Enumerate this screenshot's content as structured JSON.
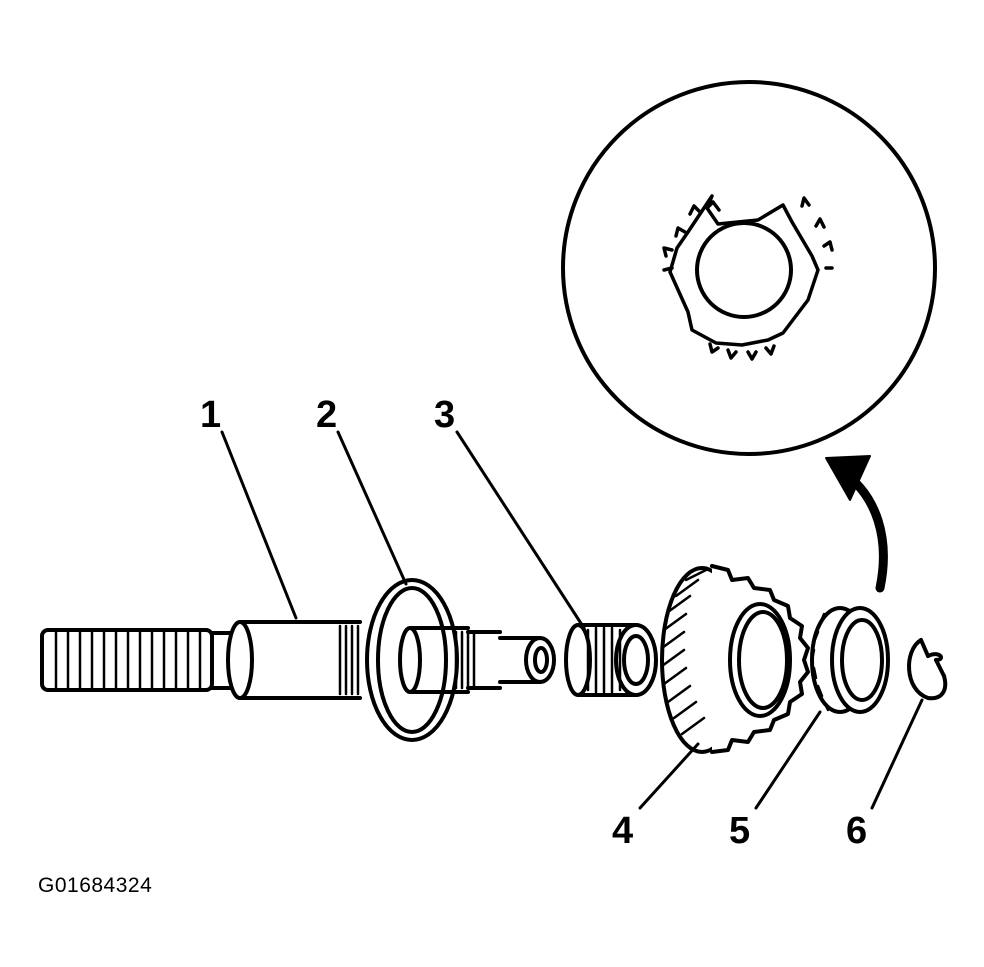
{
  "diagram": {
    "callouts": [
      "1",
      "2",
      "3",
      "4",
      "5",
      "6"
    ],
    "figure_code": "G01684324"
  }
}
